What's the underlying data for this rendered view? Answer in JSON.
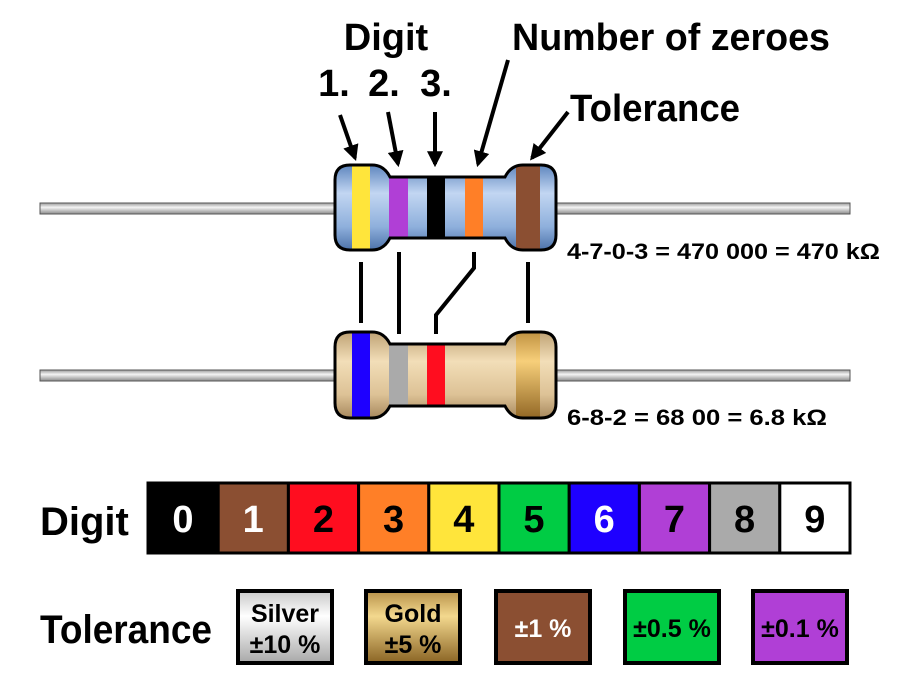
{
  "labels": {
    "digit_heading": "Digit",
    "digit_1": "1.",
    "digit_2": "2.",
    "digit_3": "3.",
    "zeroes_heading": "Number of zeroes",
    "tolerance_heading": "Tolerance",
    "example_1": "4-7-0-3 = 470 000 = 470 kΩ",
    "example_2": "6-8-2 = 68 00 = 6.8 kΩ",
    "digit_row_label": "Digit",
    "tolerance_row_label": "Tolerance"
  },
  "colors": {
    "black": "#000000",
    "brown": "#8B4F32",
    "red": "#FF0D1F",
    "orange": "#FF7F27",
    "yellow": "#FFE53B",
    "green": "#00CC44",
    "blue": "#1E00FF",
    "violet": "#B03FD6",
    "gray": "#AAAAAA",
    "white": "#FFFFFF"
  },
  "resistor_1": {
    "bands": [
      "yellow",
      "violet",
      "black",
      "orange",
      "brown"
    ]
  },
  "resistor_2": {
    "bands": [
      "blue",
      "gray",
      "red",
      "gold"
    ]
  },
  "digits": [
    {
      "value": "0",
      "color": "#000000",
      "text": "#FFFFFF"
    },
    {
      "value": "1",
      "color": "#8B4F32",
      "text": "#FFFFFF"
    },
    {
      "value": "2",
      "color": "#FF0D1F",
      "text": "#000000"
    },
    {
      "value": "3",
      "color": "#FF7F27",
      "text": "#000000"
    },
    {
      "value": "4",
      "color": "#FFE53B",
      "text": "#000000"
    },
    {
      "value": "5",
      "color": "#00CC44",
      "text": "#000000"
    },
    {
      "value": "6",
      "color": "#1E00FF",
      "text": "#FFFFFF"
    },
    {
      "value": "7",
      "color": "#B03FD6",
      "text": "#000000"
    },
    {
      "value": "8",
      "color": "#AAAAAA",
      "text": "#000000"
    },
    {
      "value": "9",
      "color": "#FFFFFF",
      "text": "#000000"
    }
  ],
  "tolerances": [
    {
      "name": "Silver",
      "value": "±10 %",
      "fill": "silver",
      "text": "#000000"
    },
    {
      "name": "Gold",
      "value": "±5 %",
      "fill": "gold",
      "text": "#000000"
    },
    {
      "name": "",
      "value": "±1 %",
      "fill": "#8B4F32",
      "text": "#FFFFFF"
    },
    {
      "name": "",
      "value": "±0.5 %",
      "fill": "#00CC44",
      "text": "#000000"
    },
    {
      "name": "",
      "value": "±0.1 %",
      "fill": "#B03FD6",
      "text": "#000000"
    }
  ]
}
